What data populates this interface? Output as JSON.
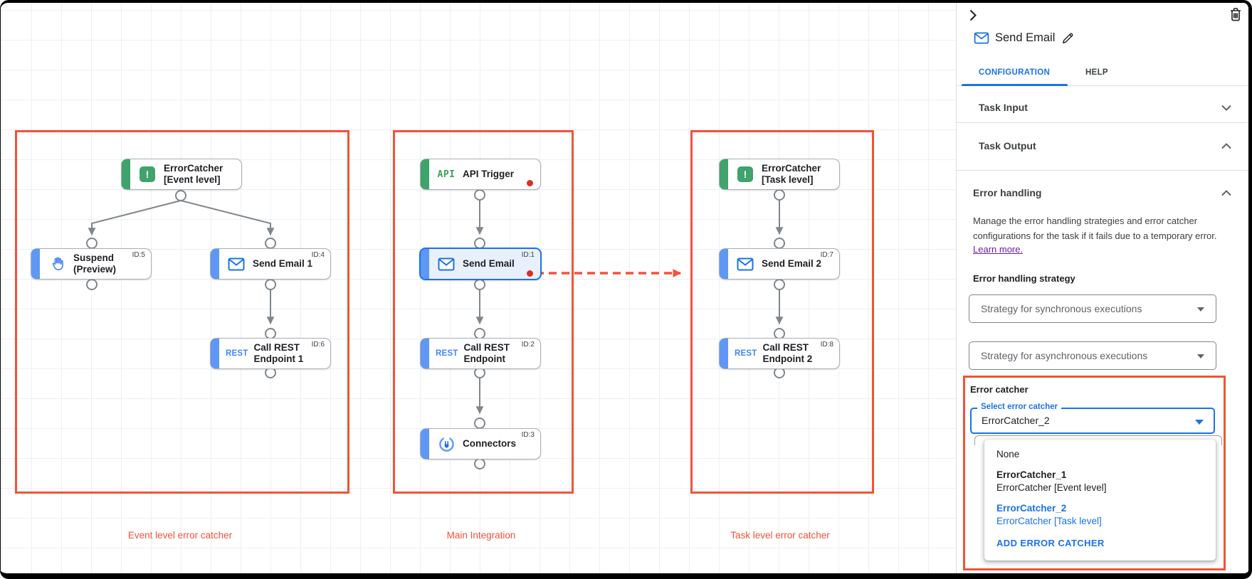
{
  "canvas": {
    "groups": [
      {
        "label": "Event level error catcher"
      },
      {
        "label": "Main Integration"
      },
      {
        "label": "Task level error catcher"
      }
    ],
    "nodes": [
      {
        "label": "ErrorCatcher\n[Event level]",
        "icon_text": "!"
      },
      {
        "label": "Suspend\n(Preview)",
        "id": "ID:5"
      },
      {
        "label": "Send Email 1",
        "id": "ID:4"
      },
      {
        "label": "Call REST\nEndpoint 1",
        "id": "ID:6",
        "icon_text": "REST"
      },
      {
        "label": "API Trigger",
        "icon_text": "API"
      },
      {
        "label": "Send Email",
        "id": "ID:1"
      },
      {
        "label": "Call REST\nEndpoint",
        "id": "ID:2",
        "icon_text": "REST"
      },
      {
        "label": "Connectors",
        "id": "ID:3"
      },
      {
        "label": "ErrorCatcher\n[Task level]",
        "icon_text": "!"
      },
      {
        "label": "Send Email 2",
        "id": "ID:7"
      },
      {
        "label": "Call REST\nEndpoint 2",
        "id": "ID:8",
        "icon_text": "REST"
      }
    ]
  },
  "panel": {
    "title": "Send Email",
    "tabs": {
      "configuration": "CONFIGURATION",
      "help": "HELP"
    },
    "sections": {
      "task_input": "Task Input",
      "task_output": "Task Output",
      "error_handling": "Error handling"
    },
    "error_handling": {
      "description": "Manage the error handling strategies and error catcher configurations for the task if it fails due to a temporary error.",
      "learn_more": "Learn more.",
      "strategy_label": "Error handling strategy",
      "sync_select": "Strategy for synchronous executions",
      "async_select": "Strategy for asynchronous executions",
      "error_catcher_label": "Error catcher",
      "select_label": "Select error catcher",
      "select_value": "ErrorCatcher_2",
      "menu": {
        "none": "None",
        "option1_title": "ErrorCatcher_1",
        "option1_subtitle": "ErrorCatcher [Event level]",
        "option2_title": "ErrorCatcher_2",
        "option2_subtitle": "ErrorCatcher [Task level]",
        "add": "ADD ERROR CATCHER"
      }
    }
  },
  "colors": {
    "accent_red": "#f4513b",
    "primary_blue": "#1a73e8",
    "green": "#3fa36c",
    "dot_red": "#d93025"
  }
}
